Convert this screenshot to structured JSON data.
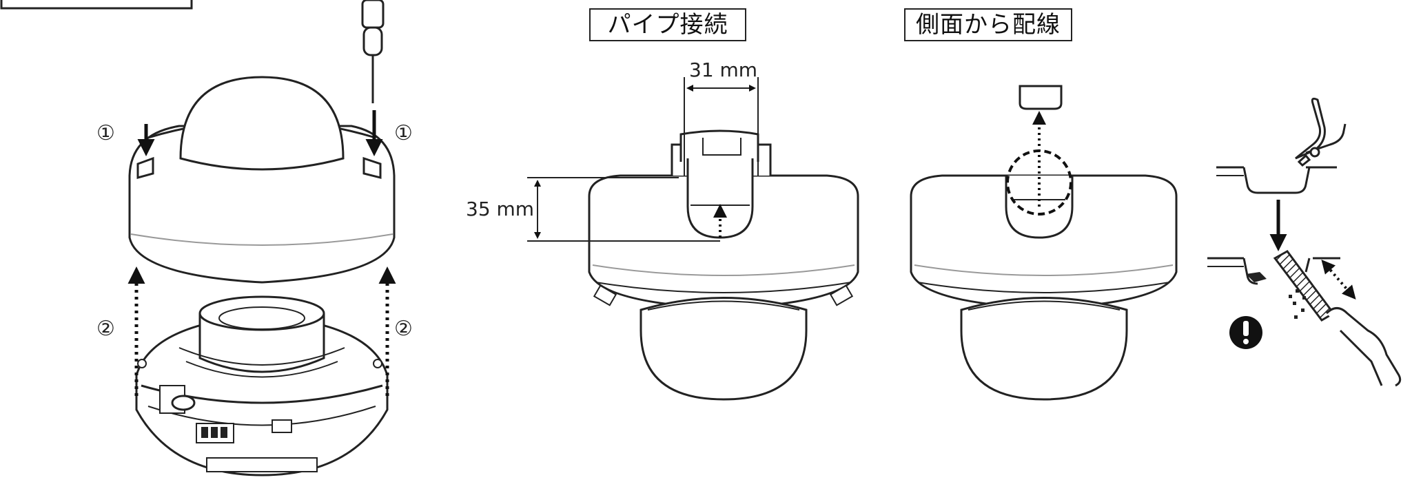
{
  "labels": {
    "pipe": "パイプ接続",
    "side": "側面から配線"
  },
  "dimensions": {
    "width": "31 mm",
    "height": "35 mm"
  },
  "steps": {
    "one": "①",
    "two": "②"
  },
  "icons": [
    "screwdriver-icon",
    "pliers-icon",
    "file-icon",
    "hand-icon",
    "exclamation-icon"
  ],
  "colors": {
    "line": "#222222",
    "fill": "#ffffff",
    "dark": "#111111"
  }
}
